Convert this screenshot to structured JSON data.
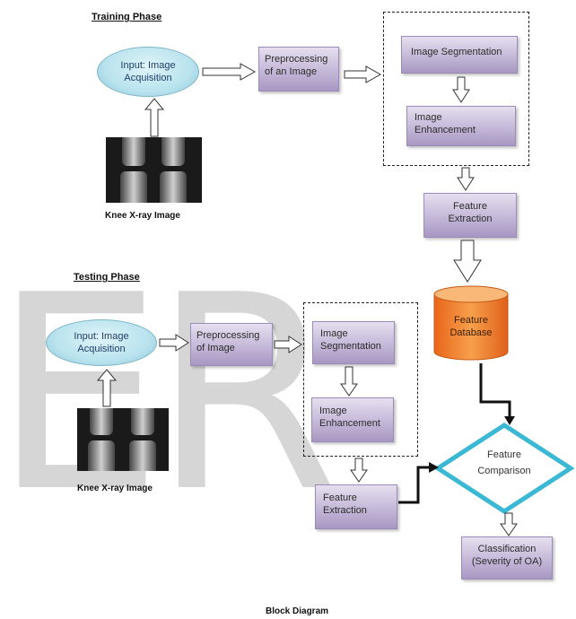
{
  "training": {
    "heading": "Training Phase",
    "input_line1": "Input: Image",
    "input_line2": "Acquisition",
    "preprocess_line1": "Preprocessing",
    "preprocess_line2": "of an Image",
    "segmentation": "Image Segmentation",
    "enhancement_line1": "Image",
    "enhancement_line2": "Enhancement",
    "image_caption": "Knee X-ray Image",
    "feature_line1": "Feature",
    "feature_line2": "Extraction"
  },
  "database": {
    "line1": "Feature",
    "line2": "Database",
    "color": "#f07c22"
  },
  "testing": {
    "heading": "Testing Phase",
    "input_line1": "Input: Image",
    "input_line2": "Acquisition",
    "preprocess_line1": "Preprocessing",
    "preprocess_line2": "of Image",
    "segmentation_line1": "Image",
    "segmentation_line2": "Segmentation",
    "enhancement_line1": "Image",
    "enhancement_line2": "Enhancement",
    "image_caption": "Knee X-ray Image",
    "feature_line1": "Feature",
    "feature_line2": "Extraction"
  },
  "comparison": {
    "line1": "Feature",
    "line2": "Comparison",
    "border_color": "#3bb8d4"
  },
  "classification": {
    "line1": "Classification",
    "line2": "(Severity of OA)"
  },
  "watermark": "ER",
  "footer": "Block Diagram"
}
